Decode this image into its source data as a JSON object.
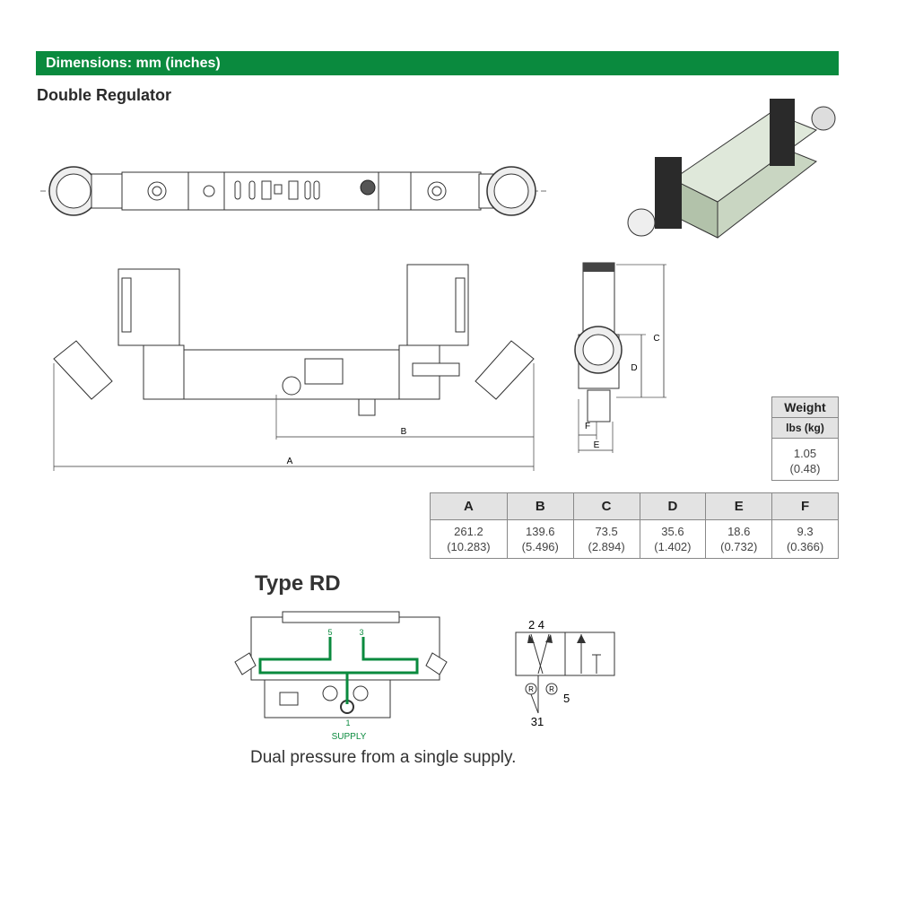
{
  "banner": {
    "title": "Dimensions: mm (inches)"
  },
  "section": {
    "subtitle": "Double Regulator"
  },
  "drawing_labels": {
    "a": "A",
    "b": "B",
    "c": "C",
    "d": "D",
    "e": "E",
    "f": "F"
  },
  "weight": {
    "header": "Weight",
    "unit": "lbs (kg)",
    "value_lbs": "1.05",
    "value_kg": "(0.48)"
  },
  "dimensions_table": {
    "headers": [
      "A",
      "B",
      "C",
      "D",
      "E",
      "F"
    ],
    "mm": [
      "261.2",
      "139.6",
      "73.5",
      "35.6",
      "18.6",
      "9.3"
    ],
    "inches": [
      "(10.283)",
      "(5.496)",
      "(2.894)",
      "(1.402)",
      "(0.732)",
      "(0.366)"
    ]
  },
  "type_rd": {
    "title": "Type RD",
    "port_5": "5",
    "port_3": "3",
    "port_1": "1",
    "supply_label": "SUPPLY",
    "caption": "Dual pressure from a single supply."
  },
  "symbol": {
    "ports_top": "2 4",
    "ports_bottom": "31",
    "port_5": "5",
    "r_mark": "R"
  },
  "colors": {
    "brand_green": "#0a8a3e",
    "table_header": "#e3e3e3",
    "line": "#333333"
  }
}
